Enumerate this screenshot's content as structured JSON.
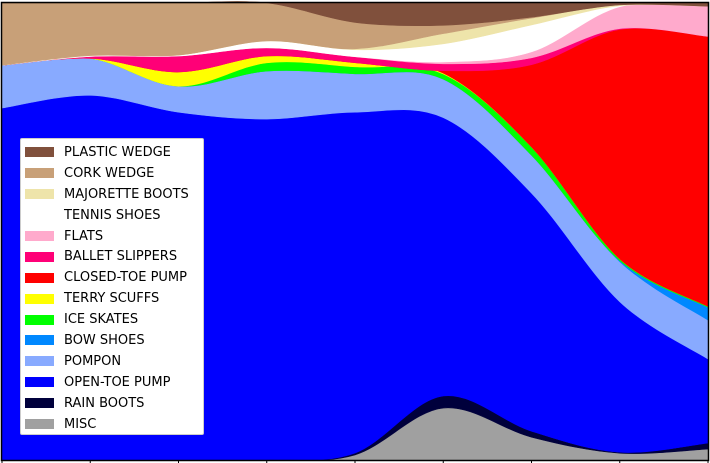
{
  "chart_data": {
    "type": "area",
    "stacked": true,
    "normalized_percent": true,
    "title": "",
    "xlabel": "",
    "ylabel": "",
    "x": [
      0,
      1,
      2,
      3,
      4,
      5,
      6,
      7,
      8
    ],
    "x_tick_labels": [
      "",
      "",
      "",
      "",
      "",
      "",
      "",
      "",
      ""
    ],
    "ylim": [
      0,
      100
    ],
    "grid": false,
    "legend_position": "center-left",
    "series_order_bottom_to_top": [
      "MISC",
      "RAIN BOOTS",
      "OPEN-TOE PUMP",
      "POMPON",
      "BOW SHOES",
      "ICE SKATES",
      "TERRY SCUFFS",
      "CLOSED-TOE PUMP",
      "BALLET SLIPPERS",
      "FLATS",
      "TENNIS SHOES",
      "MAJORETTE BOOTS",
      "CORK WEDGE",
      "PLASTIC WEDGE"
    ],
    "series": [
      {
        "name": "MISC",
        "color": "#a0a0a0",
        "values": [
          0,
          0,
          0,
          0,
          1.1,
          11.2,
          5.0,
          1.5,
          2.4
        ]
      },
      {
        "name": "RAIN BOOTS",
        "color": "#00003c",
        "values": [
          0,
          0,
          0,
          0,
          0.4,
          2.6,
          1.3,
          0.2,
          1.3
        ]
      },
      {
        "name": "OPEN-TOE PUMP",
        "color": "#0000ff",
        "values": [
          77.0,
          79.8,
          76.1,
          74.6,
          73.7,
          60.0,
          52.1,
          33.0,
          18.4
        ]
      },
      {
        "name": "POMPON",
        "color": "#88aaff",
        "values": [
          9.4,
          8.1,
          5.7,
          10.5,
          8.3,
          8.3,
          8.3,
          8.8,
          8.5
        ]
      },
      {
        "name": "BOW SHOES",
        "color": "#0088ff",
        "values": [
          0,
          0,
          0,
          0,
          0,
          0,
          0,
          0.2,
          2.8
        ]
      },
      {
        "name": "ICE SKATES",
        "color": "#00ff00",
        "values": [
          0,
          0,
          0,
          1.8,
          1.5,
          1.1,
          1.8,
          0.4,
          0.2
        ]
      },
      {
        "name": "TERRY SCUFFS",
        "color": "#ffff00",
        "values": [
          0,
          0,
          3.1,
          1.5,
          0.9,
          0.2,
          0,
          0,
          0
        ]
      },
      {
        "name": "CLOSED-TOE PUMP",
        "color": "#ff0000",
        "values": [
          0,
          0,
          0,
          0,
          0,
          0.5,
          18.0,
          50.3,
          59.1
        ]
      },
      {
        "name": "BALLET SLIPPERS",
        "color": "#ff0077",
        "values": [
          0,
          0.4,
          3.5,
          1.8,
          1.3,
          1.5,
          1.5,
          0.2,
          0
        ]
      },
      {
        "name": "FLATS",
        "color": "#ffaacc",
        "values": [
          0,
          0,
          0,
          0,
          0,
          0.4,
          1.3,
          4.8,
          6.6
        ]
      },
      {
        "name": "TENNIS SHOES",
        "color": "#ffffff",
        "values": [
          0,
          0.2,
          0.2,
          1.5,
          1.5,
          3.9,
          5.9,
          0.2,
          0
        ]
      },
      {
        "name": "MAJORETTE BOOTS",
        "color": "#eee4aa",
        "values": [
          0,
          0,
          0,
          0,
          0.2,
          2.2,
          1.5,
          0.2,
          0
        ]
      },
      {
        "name": "CORK WEDGE",
        "color": "#c8a078",
        "values": [
          13.6,
          11.5,
          11.4,
          8.3,
          5.7,
          1.8,
          0.2,
          0,
          0
        ]
      },
      {
        "name": "PLASTIC WEDGE",
        "color": "#80503c",
        "values": [
          0,
          0,
          0,
          0,
          4.2,
          4.8,
          3.1,
          0.4,
          0.7
        ]
      }
    ],
    "axes": {
      "plot_left": 2,
      "plot_right": 708,
      "plot_top": 3,
      "plot_bottom": 460,
      "x_tick_count": 9
    }
  },
  "legend": {
    "items": [
      {
        "label": "PLASTIC WEDGE",
        "color": "#80503c"
      },
      {
        "label": "CORK WEDGE",
        "color": "#c8a078"
      },
      {
        "label": "MAJORETTE BOOTS",
        "color": "#eee4aa"
      },
      {
        "label": "TENNIS SHOES",
        "color": "#ffffff"
      },
      {
        "label": "FLATS",
        "color": "#ffaacc"
      },
      {
        "label": "BALLET SLIPPERS",
        "color": "#ff0077"
      },
      {
        "label": "CLOSED-TOE PUMP",
        "color": "#ff0000"
      },
      {
        "label": "TERRY SCUFFS",
        "color": "#ffff00"
      },
      {
        "label": "ICE SKATES",
        "color": "#00ff00"
      },
      {
        "label": "BOW SHOES",
        "color": "#0088ff"
      },
      {
        "label": "POMPON",
        "color": "#88aaff"
      },
      {
        "label": "OPEN-TOE PUMP",
        "color": "#0000ff"
      },
      {
        "label": "RAIN BOOTS",
        "color": "#00003c"
      },
      {
        "label": "MISC",
        "color": "#a0a0a0"
      }
    ]
  }
}
